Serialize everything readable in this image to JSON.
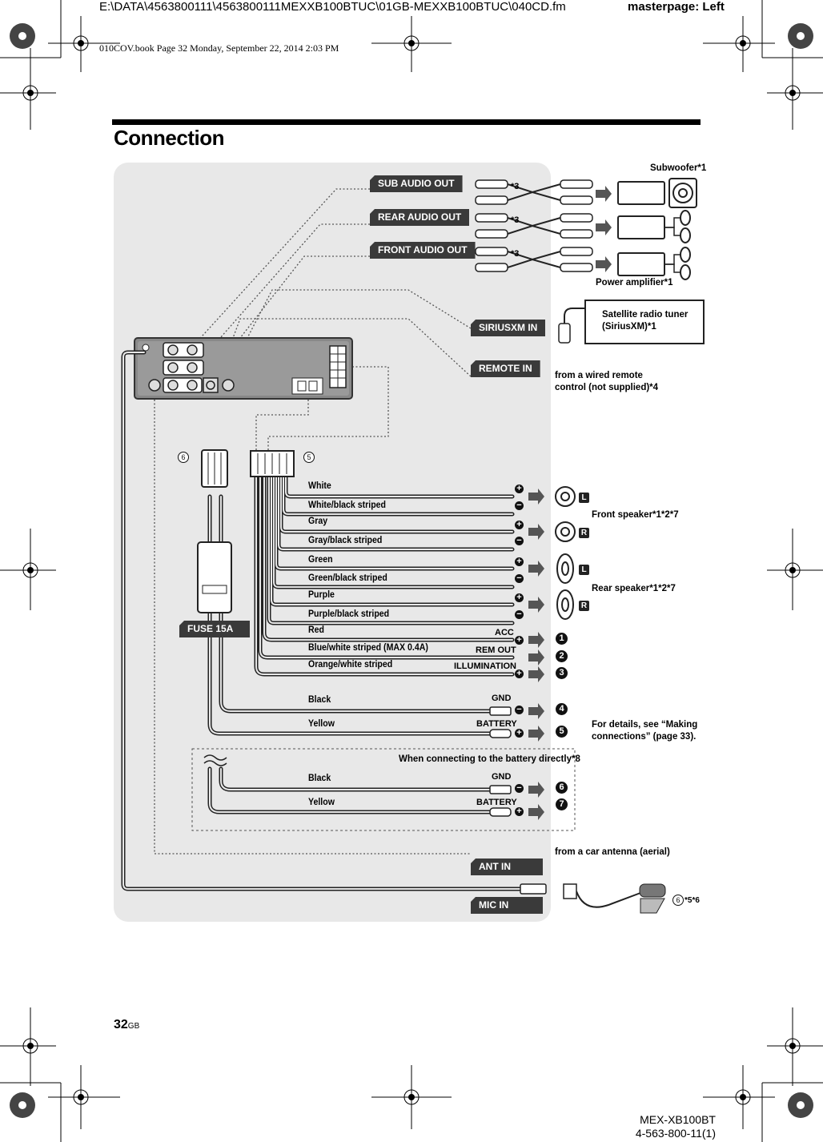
{
  "header": {
    "file_path": "E:\\DATA\\4563800111\\4563800111MEXXB100BTUC\\01GB-MEXXB100BTUC\\040CD.fm",
    "masterpage": "masterpage: Left",
    "book_line": "010COV.book  Page 32  Monday, September 22, 2014  2:03 PM"
  },
  "page_title": "Connection",
  "inputs": {
    "sub_audio_out": "SUB AUDIO OUT",
    "rear_audio_out": "REAR AUDIO OUT",
    "front_audio_out": "FRONT AUDIO OUT",
    "siriusxm_in": "SIRIUSXM IN",
    "remote_in": "REMOTE IN",
    "ant_in": "ANT IN",
    "mic_in": "MIC IN",
    "fuse": "FUSE 15A"
  },
  "notes": {
    "star3": "*3",
    "subwoofer": "Subwoofer*1",
    "power_amplifier": "Power amplifier*1",
    "satellite_tuner": "Satellite radio tuner (SiriusXM)*1",
    "wired_remote": "from a wired remote control (not supplied)*4",
    "front_speaker": "Front speaker*1*2*7",
    "rear_speaker": "Rear speaker*1*2*7",
    "for_details": "For details, see “Making connections” (page 33).",
    "battery_direct": "When connecting to the battery directly*8",
    "car_antenna": "from a car antenna (aerial)",
    "mic_note": "*5*6"
  },
  "connector_marks": {
    "six": "6",
    "five": "5"
  },
  "wires": [
    {
      "label": "White",
      "sign": "+"
    },
    {
      "label": "White/black striped",
      "sign": "−"
    },
    {
      "label": "Gray",
      "sign": "+"
    },
    {
      "label": "Gray/black striped",
      "sign": "−"
    },
    {
      "label": "Green",
      "sign": "+"
    },
    {
      "label": "Green/black striped",
      "sign": "−"
    },
    {
      "label": "Purple",
      "sign": "+"
    },
    {
      "label": "Purple/black striped",
      "sign": "−"
    }
  ],
  "speaker_tags": [
    "L",
    "R",
    "L",
    "R"
  ],
  "power_wires": [
    {
      "label": "Red",
      "term": "ACC",
      "num": "1"
    },
    {
      "label": "Blue/white striped (MAX 0.4A)",
      "term": "REM OUT",
      "num": "2"
    },
    {
      "label": "Orange/white striped",
      "term": "ILLUMINATION",
      "num": "3"
    },
    {
      "label": "Black",
      "term": "GND",
      "num": "4"
    },
    {
      "label": "Yellow",
      "term": "BATTERY",
      "num": "5"
    }
  ],
  "battery_wires": [
    {
      "label": "Black",
      "term": "GND",
      "num": "6"
    },
    {
      "label": "Yellow",
      "term": "BATTERY",
      "num": "7"
    }
  ],
  "footer": {
    "page_number": "32",
    "page_suffix": "GB",
    "model": "MEX-XB100BT",
    "part": "4-563-800-11(1)"
  }
}
